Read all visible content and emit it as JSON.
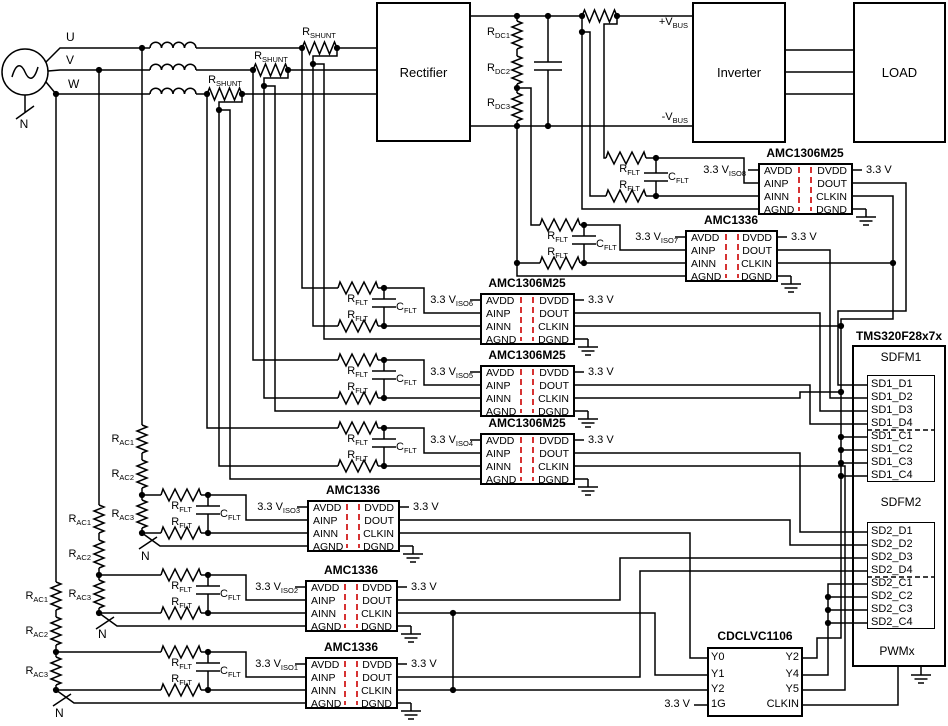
{
  "source": {
    "phase_u": "U",
    "phase_v": "V",
    "phase_w": "W"
  },
  "parts": {
    "neutral": "N",
    "supply_3v3": "3.3 V",
    "r_shunt": {
      "base": "R",
      "sub": "SHUNT"
    },
    "r_flt": {
      "base": "R",
      "sub": "FLT"
    },
    "c_flt": {
      "base": "C",
      "sub": "FLT"
    },
    "r_dc1": {
      "base": "R",
      "sub": "DC1"
    },
    "r_dc2": {
      "base": "R",
      "sub": "DC2"
    },
    "r_dc3": {
      "base": "R",
      "sub": "DC3"
    },
    "r_ac1": {
      "base": "R",
      "sub": "AC1"
    },
    "r_ac2": {
      "base": "R",
      "sub": "AC2"
    },
    "r_ac3": {
      "base": "R",
      "sub": "AC3"
    },
    "vbus_pos": {
      "base": "+V",
      "sub": "BUS"
    },
    "vbus_neg": {
      "base": "-V",
      "sub": "BUS"
    }
  },
  "blocks": {
    "rectifier": "Rectifier",
    "inverter": "Inverter",
    "load": "LOAD"
  },
  "amc_chips": [
    {
      "title": "AMC1306M25",
      "iso_supply": {
        "base": "3.3 V",
        "sub": "ISO8"
      },
      "pins_left": [
        "AVDD",
        "AINP",
        "AINN",
        "AGND"
      ],
      "pins_right": [
        "DVDD",
        "DOUT",
        "CLKIN",
        "DGND"
      ]
    },
    {
      "title": "AMC1336",
      "iso_supply": {
        "base": "3.3 V",
        "sub": "ISO7"
      },
      "pins_left": [
        "AVDD",
        "AINP",
        "AINN",
        "AGND"
      ],
      "pins_right": [
        "DVDD",
        "DOUT",
        "CLKIN",
        "DGND"
      ]
    },
    {
      "title": "AMC1306M25",
      "iso_supply": {
        "base": "3.3 V",
        "sub": "ISO6"
      },
      "pins_left": [
        "AVDD",
        "AINP",
        "AINN",
        "AGND"
      ],
      "pins_right": [
        "DVDD",
        "DOUT",
        "CLKIN",
        "DGND"
      ]
    },
    {
      "title": "AMC1306M25",
      "iso_supply": {
        "base": "3.3 V",
        "sub": "ISO5"
      },
      "pins_left": [
        "AVDD",
        "AINP",
        "AINN",
        "AGND"
      ],
      "pins_right": [
        "DVDD",
        "DOUT",
        "CLKIN",
        "DGND"
      ]
    },
    {
      "title": "AMC1306M25",
      "iso_supply": {
        "base": "3.3 V",
        "sub": "ISO4"
      },
      "pins_left": [
        "AVDD",
        "AINP",
        "AINN",
        "AGND"
      ],
      "pins_right": [
        "DVDD",
        "DOUT",
        "CLKIN",
        "DGND"
      ]
    },
    {
      "title": "AMC1336",
      "iso_supply": {
        "base": "3.3 V",
        "sub": "ISO3"
      },
      "pins_left": [
        "AVDD",
        "AINP",
        "AINN",
        "AGND"
      ],
      "pins_right": [
        "DVDD",
        "DOUT",
        "CLKIN",
        "DGND"
      ]
    },
    {
      "title": "AMC1336",
      "iso_supply": {
        "base": "3.3 V",
        "sub": "ISO2"
      },
      "pins_left": [
        "AVDD",
        "AINP",
        "AINN",
        "AGND"
      ],
      "pins_right": [
        "DVDD",
        "DOUT",
        "CLKIN",
        "DGND"
      ]
    },
    {
      "title": "AMC1336",
      "iso_supply": {
        "base": "3.3 V",
        "sub": "ISO1"
      },
      "pins_left": [
        "AVDD",
        "AINP",
        "AINN",
        "AGND"
      ],
      "pins_right": [
        "DVDD",
        "DOUT",
        "CLKIN",
        "DGND"
      ]
    }
  ],
  "mcu": {
    "title": "TMS320F28x7x",
    "sdfm1_label": "SDFM1",
    "sdfm1_pins": [
      "SD1_D1",
      "SD1_D2",
      "SD1_D3",
      "SD1_D4",
      "SD1_C1",
      "SD1_C2",
      "SD1_C3",
      "SD1_C4"
    ],
    "sdfm2_label": "SDFM2",
    "sdfm2_pins": [
      "SD2_D1",
      "SD2_D2",
      "SD2_D3",
      "SD2_D4",
      "SD2_C1",
      "SD2_C2",
      "SD2_C3",
      "SD2_C4"
    ],
    "pwm_label": "PWMx"
  },
  "clock_buffer": {
    "title": "CDCLVC1106",
    "pins_left": [
      "Y0",
      "Y1",
      "Y2",
      "1G"
    ],
    "pins_right": [
      "Y2",
      "Y4",
      "Y5",
      "CLKIN"
    ]
  }
}
